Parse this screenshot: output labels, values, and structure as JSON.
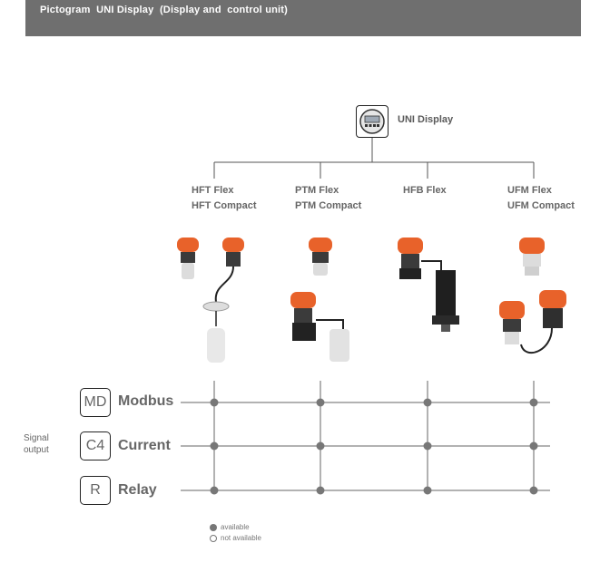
{
  "header": {
    "title": "Pictogram  UNI Display  (Display and  control unit)"
  },
  "display_unit": {
    "label": "UNI Display",
    "icon": "display-unit-icon"
  },
  "products": [
    {
      "line1": "HFT Flex",
      "line2": "HFT Compact"
    },
    {
      "line1": "PTM Flex",
      "line2": "PTM Compact"
    },
    {
      "line1": "HFB Flex",
      "line2": ""
    },
    {
      "line1": "UFM Flex",
      "line2": "UFM Compact"
    }
  ],
  "signal_output": {
    "line1": "Signal",
    "line2": "output"
  },
  "signals": [
    {
      "code": "MD",
      "name": "Modbus"
    },
    {
      "code": "C4",
      "name": "Current"
    },
    {
      "code": "R",
      "name": "Relay"
    }
  ],
  "legend": {
    "available": "available",
    "not_available": "not available"
  },
  "colors": {
    "banner": "#6f6f6f",
    "text": "#666666",
    "dot": "#777777",
    "orange": "#e8622a"
  },
  "availability": [
    [
      true,
      true,
      true,
      true
    ],
    [
      true,
      true,
      true,
      true
    ],
    [
      true,
      true,
      true,
      true
    ]
  ]
}
